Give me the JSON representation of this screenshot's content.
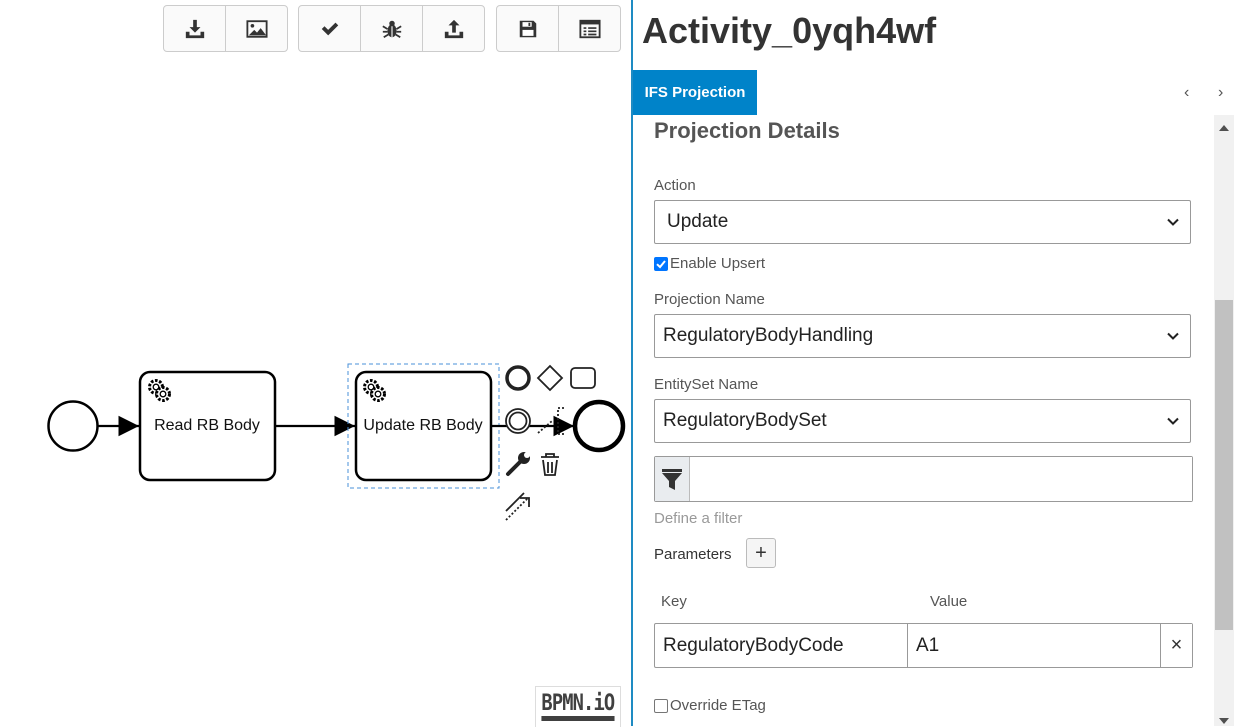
{
  "toolbar": {
    "groups": [
      [
        "download-icon",
        "image-icon"
      ],
      [
        "check-icon",
        "bug-icon",
        "upload-icon"
      ],
      [
        "save-icon",
        "list-icon"
      ]
    ]
  },
  "diagram": {
    "tasks": [
      {
        "id": "task-read",
        "label": "Read RB Body"
      },
      {
        "id": "task-update",
        "label": "Update RB Body"
      }
    ],
    "watermark": "BPMN.iO"
  },
  "panel": {
    "element_title": "Activity_0yqh4wf",
    "tab_label": "IFS Projection",
    "section_title": "Projection Details",
    "action": {
      "label": "Action",
      "value": "Update"
    },
    "enable_upsert": {
      "label": "Enable Upsert",
      "checked": true
    },
    "projection_name": {
      "label": "Projection Name",
      "value": "RegulatoryBodyHandling"
    },
    "entityset_name": {
      "label": "EntitySet Name",
      "value": "RegulatoryBodySet"
    },
    "filter": {
      "value": "",
      "hint": "Define a filter"
    },
    "parameters": {
      "label": "Parameters",
      "add_label": "+",
      "key_header": "Key",
      "value_header": "Value",
      "rows": [
        {
          "key": "RegulatoryBodyCode",
          "value": "A1",
          "remove": "×"
        }
      ]
    },
    "override_etag": {
      "label": "Override ETag",
      "checked": false
    },
    "tab_prev": "‹",
    "tab_next": "›"
  },
  "colors": {
    "accent": "#0083c9",
    "border_accent": "#1e8bc3",
    "checkbox": "#0075ff"
  }
}
